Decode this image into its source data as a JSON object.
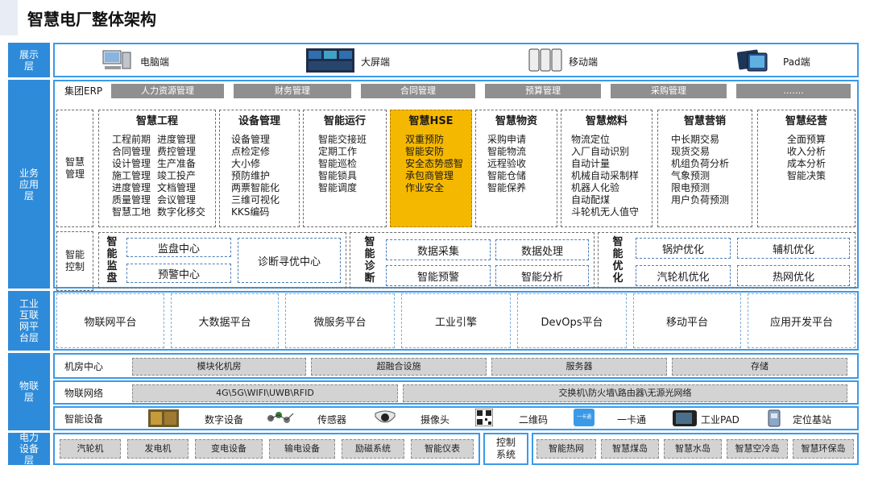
{
  "title": "智慧电厂整体架构",
  "layers": {
    "display": "展示层",
    "business": "业务应用层",
    "iiot": "工业互联网平台层",
    "iot": "物联层",
    "power": "电力设备层"
  },
  "display_items": [
    {
      "label": "电脑端",
      "icon": "desktop-computer-icon"
    },
    {
      "label": "大屏端",
      "icon": "large-screen-icon"
    },
    {
      "label": "移动端",
      "icon": "mobile-phone-icon"
    },
    {
      "label": "Pad端",
      "icon": "tablet-icon"
    }
  ],
  "erp": {
    "label": "集团ERP",
    "items": [
      "人力资源管理",
      "财务管理",
      "合同管理",
      "预算管理",
      "采购管理",
      "……."
    ]
  },
  "smart_mgmt_label": "智慧管理",
  "modules": [
    {
      "title": "智慧工程",
      "col1": [
        "工程前期",
        "合同管理",
        "设计管理",
        "施工管理",
        "进度管理",
        "质量管理",
        "智慧工地"
      ],
      "col2": [
        "进度管理",
        "费控管理",
        "生产准备",
        "竣工投产",
        "文档管理",
        "会议管理",
        "数字化移交"
      ]
    },
    {
      "title": "设备管理",
      "items": [
        "设备管理",
        "点检定修",
        "大小修",
        "预防维护",
        "两票智能化",
        "三维可视化",
        "KKS编码"
      ]
    },
    {
      "title": "智能运行",
      "items": [
        "智能交接班",
        "定期工作",
        "智能巡检",
        "智能锁具",
        "智能调度"
      ]
    },
    {
      "title": "智慧HSE",
      "items": [
        "双重预防",
        "智能安防",
        "安全态势感智",
        "承包商管理",
        "作业安全"
      ],
      "highlight": "#f5b800"
    },
    {
      "title": "智慧物资",
      "items": [
        "采购申请",
        "智能物流",
        "远程验收",
        "智能仓储",
        "智能保养"
      ]
    },
    {
      "title": "智慧燃料",
      "items": [
        "物流定位",
        "入厂自动识别",
        "自动计量",
        "机械自动采制样",
        "机器人化验",
        "自动配煤",
        "斗轮机无人值守"
      ]
    },
    {
      "title": "智慧营销",
      "items": [
        "中长期交易",
        "现货交易",
        "机组负荷分析",
        "气象预测",
        "限电预测",
        "用户负荷预测"
      ]
    },
    {
      "title": "智慧经营",
      "items": [
        "全面预算",
        "收入分析",
        "成本分析",
        "智能决策"
      ]
    }
  ],
  "smart_control": {
    "label": "智能控制",
    "monitor": {
      "title": "智能监盘",
      "items": [
        "监盘中心",
        "预警中心",
        "诊断寻优中心"
      ]
    },
    "diagnosis": {
      "title": "智能诊断",
      "items": [
        "数据采集",
        "数据处理",
        "智能预警",
        "智能分析"
      ]
    },
    "optimize": {
      "title": "智能优化",
      "items": [
        "锅炉优化",
        "辅机优化",
        "汽轮机优化",
        "热网优化"
      ]
    }
  },
  "platforms": [
    "物联网平台",
    "大数据平台",
    "微服务平台",
    "工业引擎",
    "DevOps平台",
    "移动平台",
    "应用开发平台"
  ],
  "iot": {
    "machine_room": {
      "label": "机房中心",
      "items": [
        "模块化机房",
        "超融合设施",
        "服务器",
        "存储"
      ]
    },
    "network": {
      "label": "物联网络",
      "items": [
        "4G\\5G\\WIFI\\UWB\\RFID",
        "交换机\\防火墙\\路由器\\无源光网络"
      ]
    },
    "devices": {
      "label": "智能设备",
      "items": [
        {
          "label": "数字设备",
          "icon": "digital-device-icon"
        },
        {
          "label": "传感器",
          "icon": "sensor-icon"
        },
        {
          "label": "摄像头",
          "icon": "camera-icon"
        },
        {
          "label": "二维码",
          "icon": "qr-code-icon"
        },
        {
          "label": "一卡通",
          "icon": "card-icon",
          "icon_text": "一卡通"
        },
        {
          "label": "工业PAD",
          "icon": "industrial-pad-icon"
        },
        {
          "label": "定位基站",
          "icon": "base-station-icon"
        }
      ]
    }
  },
  "power": {
    "items": [
      "汽轮机",
      "发电机",
      "变电设备",
      "输电设备",
      "励磁系统",
      "智能仪表"
    ],
    "control": "控制系统",
    "smart_items": [
      "智能热网",
      "智慧煤岛",
      "智慧水岛",
      "智慧空冷岛",
      "智慧环保岛"
    ]
  },
  "colors": {
    "layer": "#2e8bd9",
    "panel_border": "#3a9ae8",
    "pill": "#8f8f8f",
    "highlight": "#f5b800"
  }
}
